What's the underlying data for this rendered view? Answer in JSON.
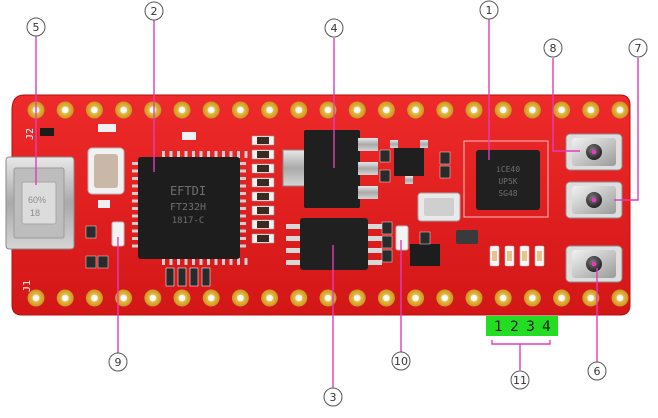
{
  "board": {
    "silkscreen_j2": "J2",
    "silkscreen_j1": "J1",
    "ftdi_brand": "EFTDI",
    "ftdi_line1": "FT232H",
    "ftdi_line2": "1817-C",
    "fpga_line1": "iCE40",
    "fpga_line2": "UP5K",
    "fpga_line3": "SG48",
    "usb_mark_1": "60%",
    "usb_mark_2": "18"
  },
  "leds": {
    "labels": [
      "1",
      "2",
      "3",
      "4"
    ],
    "highlight_color": "#22dd22"
  },
  "callouts": [
    {
      "num": "1"
    },
    {
      "num": "2"
    },
    {
      "num": "3"
    },
    {
      "num": "4"
    },
    {
      "num": "5"
    },
    {
      "num": "6"
    },
    {
      "num": "7"
    },
    {
      "num": "8"
    },
    {
      "num": "9"
    },
    {
      "num": "10"
    },
    {
      "num": "11"
    }
  ],
  "colors": {
    "pcb": "#e41e1e",
    "leader": "#e23db8",
    "pad": "#e9c14a"
  }
}
